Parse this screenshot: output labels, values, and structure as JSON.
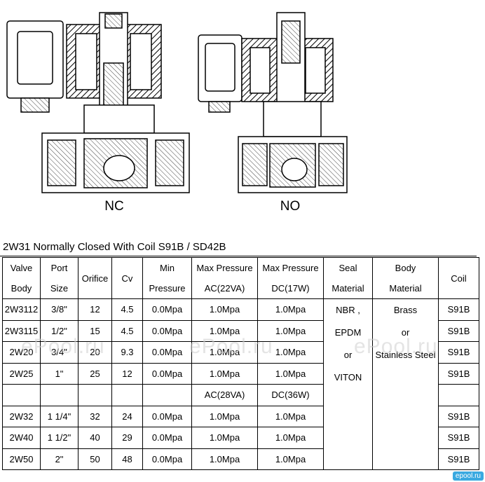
{
  "diagram": {
    "left_label": "NC",
    "right_label": "NO"
  },
  "table_title": "2W31 Normally Closed With Coil S91B / SD42B",
  "headers": {
    "valve": [
      "Valve",
      "Body"
    ],
    "port": [
      "Port",
      "Size"
    ],
    "orifice": "Orifice",
    "cv": "Cv",
    "min_pressure": [
      "Min",
      "Pressure"
    ],
    "max_ac": [
      "Max Pressure",
      "AC(22VA)"
    ],
    "max_dc": [
      "Max Pressure",
      "DC(17W)"
    ],
    "seal": [
      "Seal",
      "Material"
    ],
    "body": [
      "Body",
      "Material"
    ],
    "coil": "Coil"
  },
  "rows_group1": [
    {
      "valve": "2W3112",
      "port": "3/8\"",
      "orifice": "12",
      "cv": "4.5",
      "min": "0.0Mpa",
      "ac": "1.0Mpa",
      "dc": "1.0Mpa",
      "coil": "S91B"
    },
    {
      "valve": "2W3115",
      "port": "1/2\"",
      "orifice": "15",
      "cv": "4.5",
      "min": "0.0Mpa",
      "ac": "1.0Mpa",
      "dc": "1.0Mpa",
      "coil": "S91B"
    },
    {
      "valve": "2W20",
      "port": "3/4\"",
      "orifice": "20",
      "cv": "9.3",
      "min": "0.0Mpa",
      "ac": "1.0Mpa",
      "dc": "1.0Mpa",
      "coil": "S91B"
    },
    {
      "valve": "2W25",
      "port": "1\"",
      "orifice": "25",
      "cv": "12",
      "min": "0.0Mpa",
      "ac": "1.0Mpa",
      "dc": "1.0Mpa",
      "coil": "S91B"
    }
  ],
  "subheader": {
    "ac": "AC(28VA)",
    "dc": "DC(36W)"
  },
  "rows_group2": [
    {
      "valve": "2W32",
      "port": "1 1/4\"",
      "orifice": "32",
      "cv": "24",
      "min": "0.0Mpa",
      "ac": "1.0Mpa",
      "dc": "1.0Mpa",
      "coil": "S91B"
    },
    {
      "valve": "2W40",
      "port": "1 1/2\"",
      "orifice": "40",
      "cv": "29",
      "min": "0.0Mpa",
      "ac": "1.0Mpa",
      "dc": "1.0Mpa",
      "coil": "S91B"
    },
    {
      "valve": "2W50",
      "port": "2\"",
      "orifice": "50",
      "cv": "48",
      "min": "0.0Mpa",
      "ac": "1.0Mpa",
      "dc": "1.0Mpa",
      "coil": "S91B"
    }
  ],
  "seal_material": [
    "NBR ,",
    "EPDM",
    "or",
    "VITON"
  ],
  "body_material": [
    "Brass",
    "or",
    "Stainless Steel"
  ],
  "watermark": "ePool.ru",
  "logo": "epool.ru"
}
